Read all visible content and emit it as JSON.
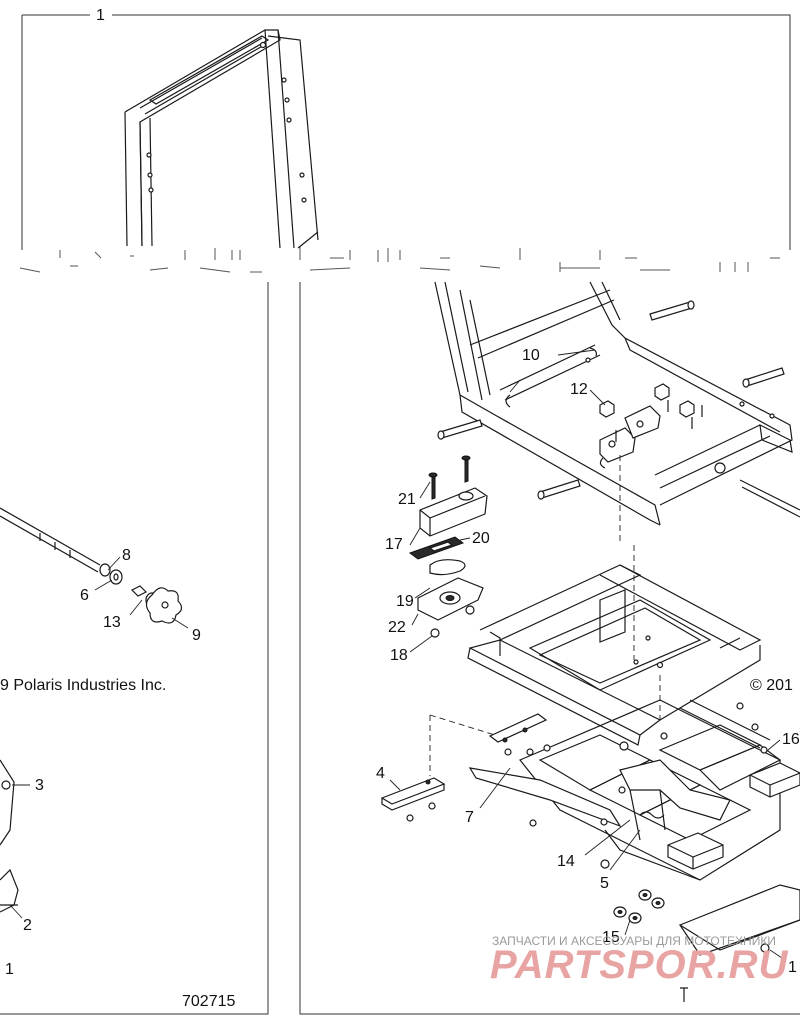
{
  "callouts": {
    "c1_top": "1",
    "c10": "10",
    "c12": "12",
    "c21": "21",
    "c17": "17",
    "c20": "20",
    "c19": "19",
    "c22": "22",
    "c18": "18",
    "c8": "8",
    "c6": "6",
    "c13": "13",
    "c9": "9",
    "c3": "3",
    "c2": "2",
    "c1_left": "1",
    "c4": "4",
    "c7": "7",
    "c14": "14",
    "c5": "5",
    "c15": "15",
    "c16": "16",
    "c1_right": "1"
  },
  "copyright_left": "9 Polaris Industries Inc.",
  "copyright_right": "© 201",
  "figure_number": "702715",
  "watermark": {
    "top_text": "ЗАПЧАСТИ И АКСЕССУАРЫ ДЛЯ МОТОТЕХНИКИ",
    "brand_text": "PARTSPOR.RU",
    "color": "#e8a3a3"
  }
}
